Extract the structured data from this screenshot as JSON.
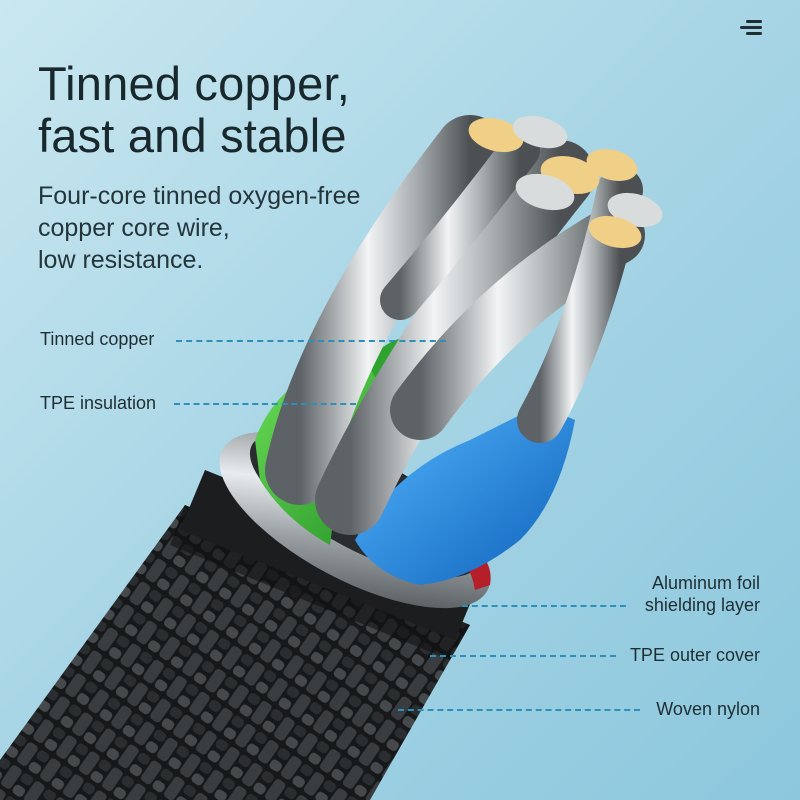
{
  "heading": {
    "line1": "Tinned copper,",
    "line2": "fast and stable"
  },
  "description": {
    "line1": "Four-core tinned oxygen-free",
    "line2": "copper core wire,",
    "line3": "low resistance."
  },
  "callouts": {
    "tinned_copper": "Tinned copper",
    "tpe_insulation": "TPE insulation",
    "aluminum_foil_line1": "Aluminum foil",
    "aluminum_foil_line2": "shielding layer",
    "tpe_outer_cover": "TPE outer cover",
    "woven_nylon": "Woven nylon"
  },
  "icons": {
    "menu": "hamburger-menu-icon"
  },
  "colors": {
    "accent_line": "#2e8fb8",
    "green_insulation": "#3fc93a",
    "blue_insulation": "#1e90e8",
    "copper_tip": "#f0cf86"
  }
}
